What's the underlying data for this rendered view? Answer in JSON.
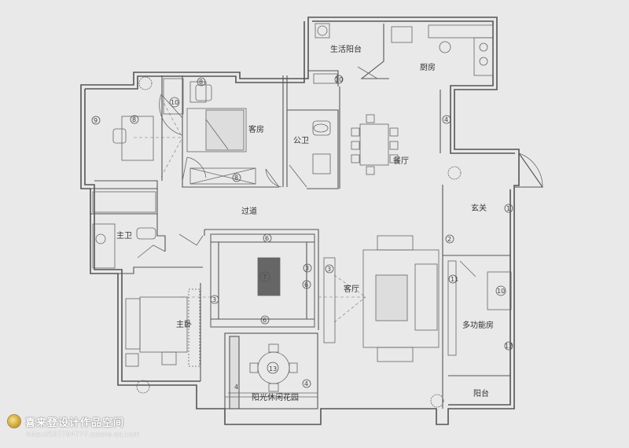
{
  "plan": {
    "rooms": [
      {
        "id": "shenghuo-yangtai",
        "label": "生活阳台"
      },
      {
        "id": "chufang",
        "label": "厨房"
      },
      {
        "id": "kefang",
        "label": "客房"
      },
      {
        "id": "gongwei",
        "label": "公卫"
      },
      {
        "id": "canting",
        "label": "餐厅"
      },
      {
        "id": "xuanguan",
        "label": "玄关"
      },
      {
        "id": "guodao",
        "label": "过道"
      },
      {
        "id": "zhuwei",
        "label": "主卫"
      },
      {
        "id": "zhuwo",
        "label": "主卧"
      },
      {
        "id": "keting",
        "label": "客厅"
      },
      {
        "id": "duogongnengfang",
        "label": "多功能房"
      },
      {
        "id": "yangguang-huayuan",
        "label": "阳光休闲花园"
      },
      {
        "id": "yangtai",
        "label": "阳台"
      }
    ],
    "markers": [
      "1",
      "2",
      "3",
      "3",
      "3",
      "4",
      "4",
      "4",
      "6",
      "6",
      "6",
      "7",
      "8",
      "8",
      "8",
      "9",
      "10",
      "10",
      "10",
      "11",
      "12",
      "13"
    ]
  },
  "watermark": {
    "title": "喜来登设计作品空间",
    "url": "http://537794777.qzone.qq.com"
  }
}
